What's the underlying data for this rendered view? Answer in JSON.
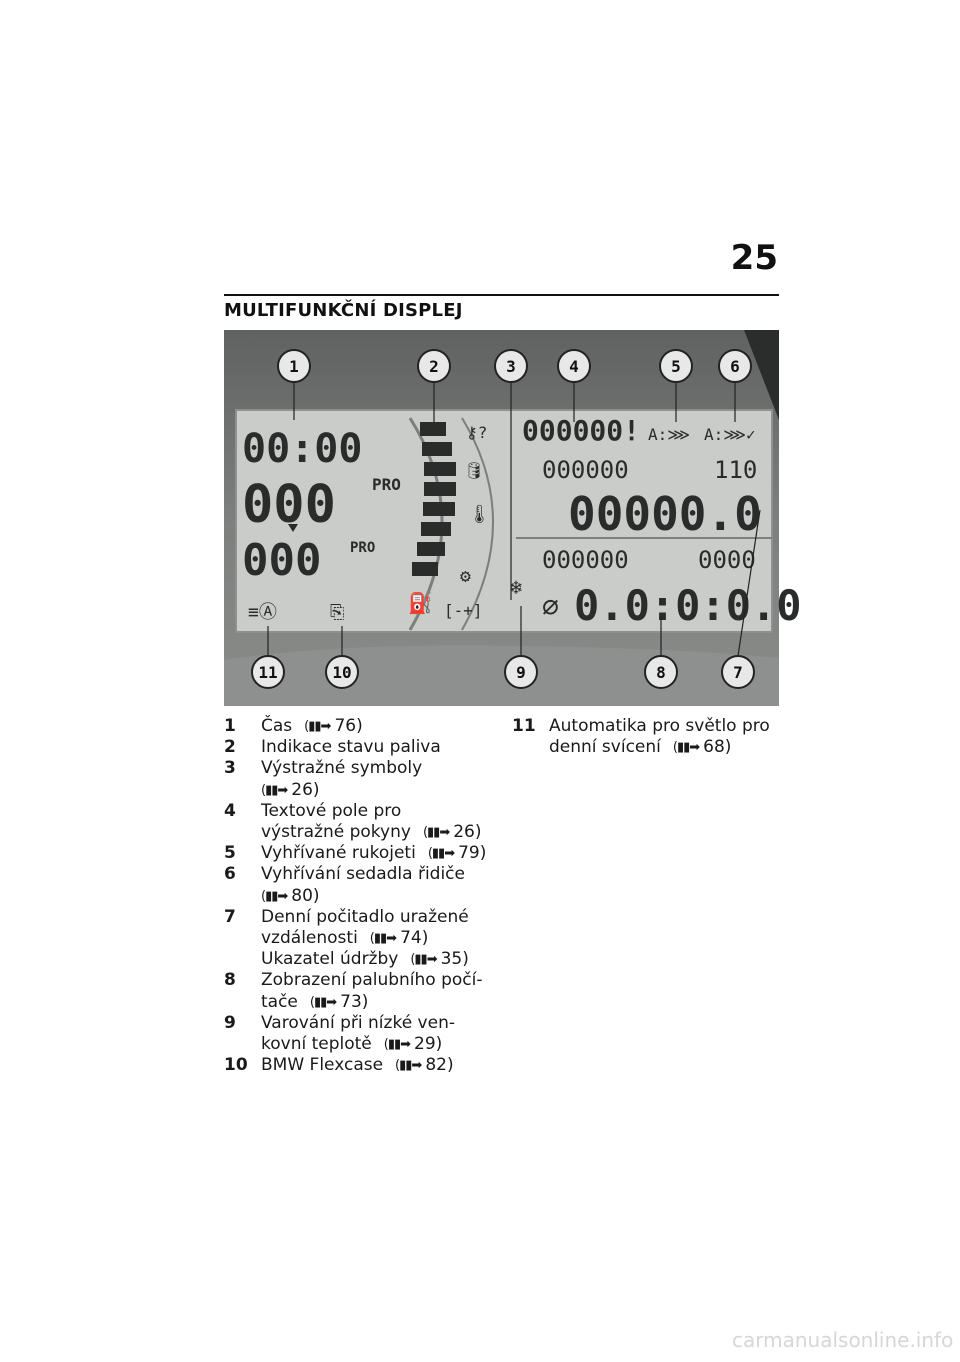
{
  "page": {
    "number": "25",
    "section_title": "MULTIFUNKČNÍ DISPLEJ",
    "watermark": "carmanualsonline.info"
  },
  "figure": {
    "callouts": [
      "1",
      "2",
      "3",
      "4",
      "5",
      "6",
      "7",
      "8",
      "9",
      "10",
      "11"
    ],
    "lcd": {
      "time": "00:00",
      "speed": "000",
      "speed_unit": "PRO",
      "rpm": "000",
      "rpm_unit": "PRO",
      "warning_text": "000000!",
      "odo_small": "000000",
      "odo_right": "110",
      "odo_big": "00000.0",
      "trip_small": "000000",
      "trip_right": "0000",
      "trip_big": "0.0:0:0.0"
    }
  },
  "legend_left": [
    {
      "num": "1",
      "lines": [
        "Čas"
      ],
      "ref": "76)"
    },
    {
      "num": "2",
      "lines": [
        "Indikace stavu paliva"
      ],
      "ref": ""
    },
    {
      "num": "3",
      "lines": [
        "Výstražné symboly",
        ""
      ],
      "ref": "26)"
    },
    {
      "num": "4",
      "lines": [
        "Textové pole pro",
        "výstražné pokyny"
      ],
      "ref": "26)"
    },
    {
      "num": "5",
      "lines": [
        "Vyhřívané rukojeti"
      ],
      "ref": "79)"
    },
    {
      "num": "6",
      "lines": [
        "Vyhřívání sedadla řidiče",
        ""
      ],
      "ref": "80)"
    },
    {
      "num": "7",
      "lines": [
        "Denní počitadlo uražené",
        "vzdálenosti"
      ],
      "ref": "74)"
    },
    {
      "num": "",
      "lines": [
        "Ukazatel údržby"
      ],
      "ref": "35)"
    },
    {
      "num": "8",
      "lines": [
        "Zobrazení palubního počí-",
        "tače"
      ],
      "ref": "73)"
    },
    {
      "num": "9",
      "lines": [
        "Varování při nízké ven-",
        "kovní teplotě"
      ],
      "ref": "29)"
    },
    {
      "num": "10",
      "lines": [
        "BMW Flexcase"
      ],
      "ref": "82)"
    }
  ],
  "legend_right": [
    {
      "num": "11",
      "lines": [
        "Automatika pro světlo pro",
        "denní svícení"
      ],
      "ref": "68)"
    }
  ],
  "colors": {
    "lcd_bg": "#c9ccc8",
    "frame": "#6b6e6c",
    "digit": "#2a2c2b",
    "callout_fill": "#e8e8e8"
  }
}
